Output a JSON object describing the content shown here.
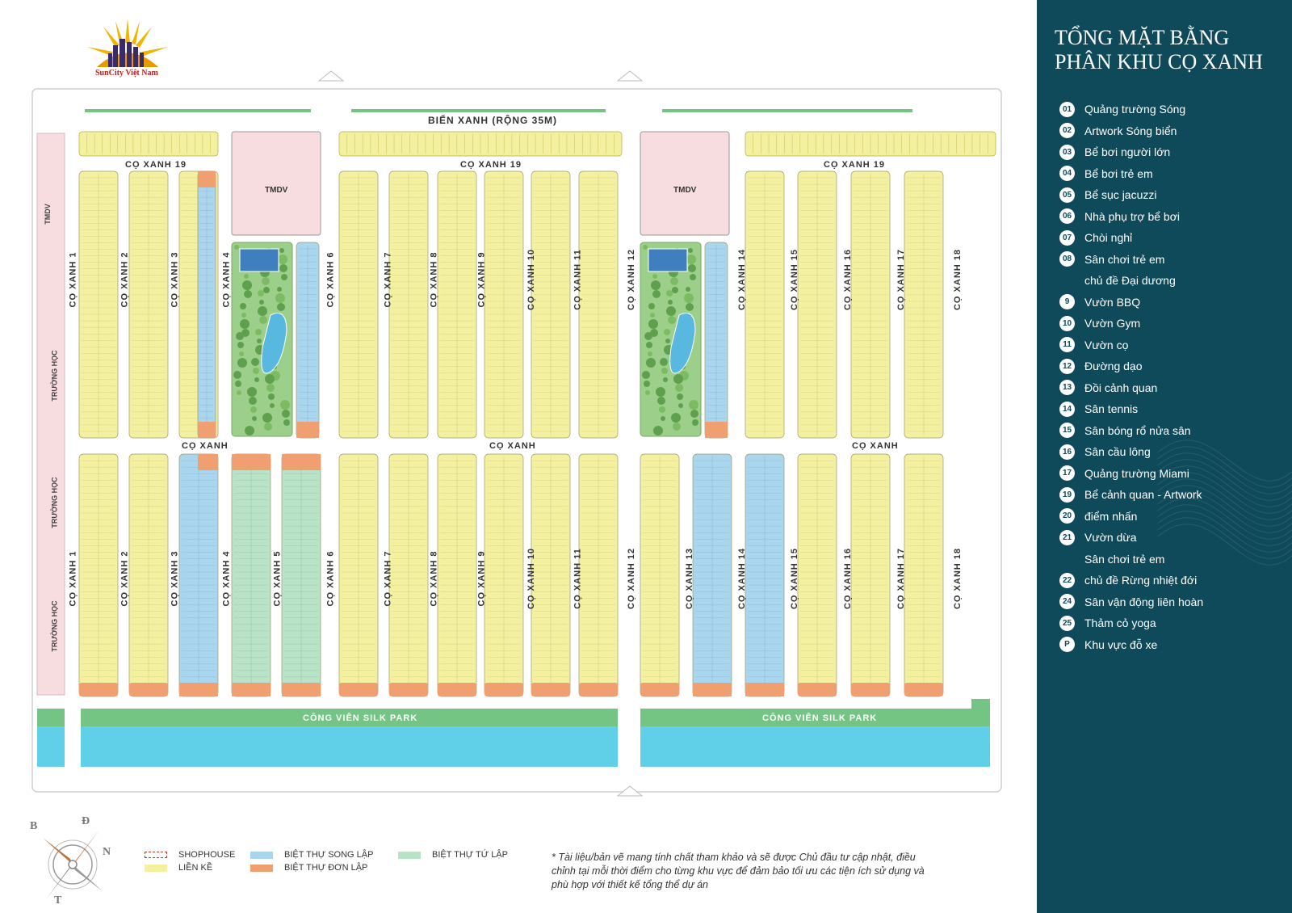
{
  "brand": {
    "logo_text": "SunCity Việt Nam"
  },
  "title_lines": [
    "TỔNG MẶT BẰNG",
    "PHÂN KHU CỌ XANH"
  ],
  "canal_label": "BIỂN XANH (RỘNG 35M)",
  "tmdv_labels": [
    "TMDV",
    "TMDV"
  ],
  "horizontal_roads": [
    "CỌ XANH 19",
    "CỌ XANH 19",
    "CỌ XANH 19",
    "CỌ XANH",
    "CỌ XANH",
    "CỌ XANH"
  ],
  "vertical_roads_top": [
    "CỌ XANH 1",
    "CỌ XANH 2",
    "CỌ XANH 3",
    "CỌ XANH 4",
    "CỌ XANH 6",
    "CỌ XANH 7",
    "CỌ XANH 8",
    "CỌ XANH 9",
    "CỌ XANH 10",
    "CỌ XANH 11",
    "CỌ XANH 12",
    "CỌ XANH 14",
    "CỌ XANH 15",
    "CỌ XANH 16",
    "CỌ XANH 17",
    "CỌ XANH 18"
  ],
  "vertical_roads_bottom": [
    "CỌ XANH 1",
    "CỌ XANH 2",
    "CỌ XANH 3",
    "CỌ XANH 4",
    "CỌ XANH 5",
    "CỌ XANH 6",
    "CỌ XANH 7",
    "CỌ XANH 8",
    "CỌ XANH 9",
    "CỌ XANH 10",
    "CỌ XANH 11",
    "CỌ XANH 12",
    "CỌ XANH 13",
    "CỌ XANH 14",
    "CỌ XANH 15",
    "CỌ XANH 16",
    "CỌ XANH 17",
    "CỌ XANH 18"
  ],
  "side_zones": [
    "TMDV",
    "TRƯỜNG HỌC",
    "TRƯỜNG HỌC",
    "TRƯỜNG HỌC"
  ],
  "park_labels": [
    "CÔNG VIÊN SILK PARK",
    "CÔNG VIÊN SILK PARK"
  ],
  "compass": {
    "north": "Đ",
    "west": "B",
    "east": "N",
    "south": "T"
  },
  "legend": {
    "shophouse": "SHOPHOUSE",
    "lien_ke": "LIỀN KỀ",
    "song_lap": "BIỆT THỰ SONG LẬP",
    "don_lap": "BIỆT THỰ ĐƠN LẬP",
    "tu_lap": "BIỆT THỰ TỨ LẬP"
  },
  "disclaimer": "* Tài liệu/bản vẽ mang tính chất tham khảo và sẽ được Chủ đầu tư cập nhật, điều chỉnh tại mỗi thời điểm cho từng khu vực để đảm bảo tối ưu các tiện ích sử dụng và phù hợp với thiết kế tổng thể dự án",
  "amenities": [
    {
      "num": "01",
      "label": "Quảng trường Sóng"
    },
    {
      "num": "02",
      "label": "Artwork Sóng biển"
    },
    {
      "num": "03",
      "label": "Bể bơi người lớn"
    },
    {
      "num": "04",
      "label": "Bể bơi trẻ em"
    },
    {
      "num": "05",
      "label": "Bể sục jacuzzi"
    },
    {
      "num": "06",
      "label": "Nhà phụ trợ bể bơi"
    },
    {
      "num": "07",
      "label": "Chòi nghỉ"
    },
    {
      "num": "08",
      "label": "Sân chơi trẻ em"
    },
    {
      "num": "",
      "label": "chủ đề Đại dương"
    },
    {
      "num": "9",
      "label": "Vườn BBQ"
    },
    {
      "num": "10",
      "label": "Vườn Gym"
    },
    {
      "num": "11",
      "label": "Vườn cọ"
    },
    {
      "num": "12",
      "label": "Đường dạo"
    },
    {
      "num": "13",
      "label": "Đồi cảnh quan"
    },
    {
      "num": "14",
      "label": "Sân tennis"
    },
    {
      "num": "15",
      "label": "Sân bóng rổ nửa sân"
    },
    {
      "num": "16",
      "label": "Sân cầu lông"
    },
    {
      "num": "17",
      "label": "Quảng trường Miami"
    },
    {
      "num": "19",
      "label": "Bể cảnh quan - Artwork"
    },
    {
      "num": "20",
      "label": "điểm nhấn"
    },
    {
      "num": "21",
      "label": "Vườn dừa"
    },
    {
      "num": "",
      "label": "Sân chơi trẻ em"
    },
    {
      "num": "22",
      "label": "chủ đề Rừng nhiệt đới"
    },
    {
      "num": "24",
      "label": "Sân vận động liên hoàn"
    },
    {
      "num": "25",
      "label": "Thảm cỏ yoga"
    },
    {
      "num": "P",
      "label": "Khu vực đỗ xe"
    }
  ],
  "colors": {
    "sidebar": "#0f4a5b",
    "lien_ke": "#f3f0a0",
    "song_lap": "#a9d6ee",
    "don_lap": "#f0a070",
    "tu_lap": "#b8e3c6",
    "tmdv": "#f7dde0",
    "park": "#74c584",
    "water": "#5fd0e8"
  }
}
